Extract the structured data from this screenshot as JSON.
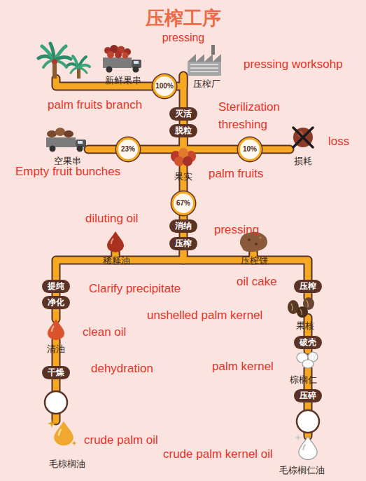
{
  "diagram": {
    "title": "压榨工序",
    "nodes": [
      {
        "text": [
          "新鲜果串"
        ]
      },
      {
        "text": [
          "100%"
        ]
      },
      {
        "text": [
          "压榨厂"
        ]
      },
      {
        "text": [
          "灭活"
        ]
      },
      {
        "text": [
          "脱粒"
        ]
      },
      {
        "text": [
          "空果串"
        ]
      },
      {
        "text": [
          "23%"
        ]
      },
      {
        "text": [
          "果实"
        ]
      },
      {
        "text": [
          "10%"
        ]
      },
      {
        "text": [
          "损耗"
        ]
      },
      {
        "text": [
          "67%"
        ]
      },
      {
        "text": [
          "消纳"
        ]
      },
      {
        "text": [
          "压榨"
        ]
      },
      {
        "text": [
          "稀释油"
        ]
      },
      {
        "text": [
          "压榨饼"
        ]
      },
      {
        "text": [
          "提纯"
        ]
      },
      {
        "text": [
          "净化"
        ]
      },
      {
        "text": [
          "清油"
        ]
      },
      {
        "text": [
          "干燥"
        ]
      },
      {
        "text": [
          "毛棕榈油"
        ]
      },
      {
        "text": [
          "压榨"
        ]
      },
      {
        "text": [
          "果核"
        ]
      },
      {
        "text": [
          "破壳"
        ]
      },
      {
        "text": [
          "棕榈仁"
        ]
      },
      {
        "text": [
          "压碎"
        ]
      },
      {
        "text": [
          "毛棕榈仁油"
        ]
      }
    ],
    "edges": [
      {
        "from": 0,
        "to": 1,
        "arrow": "none"
      },
      {
        "from": 1,
        "to": 2,
        "arrow": "none"
      },
      {
        "from": 2,
        "to": 3,
        "arrow": "none"
      },
      {
        "from": 3,
        "to": 4,
        "arrow": "none"
      },
      {
        "from": 4,
        "to": 6,
        "arrow": "none"
      },
      {
        "from": 6,
        "to": 5,
        "arrow": "none"
      },
      {
        "from": 4,
        "to": 8,
        "arrow": "none"
      },
      {
        "from": 8,
        "to": 9,
        "arrow": "none"
      },
      {
        "from": 4,
        "to": 7,
        "arrow": "none"
      },
      {
        "from": 7,
        "to": 10,
        "arrow": "none"
      },
      {
        "from": 10,
        "to": 11,
        "arrow": "none"
      },
      {
        "from": 11,
        "to": 12,
        "arrow": "none"
      },
      {
        "from": 12,
        "to": 13,
        "arrow": "none"
      },
      {
        "from": 12,
        "to": 14,
        "arrow": "none"
      },
      {
        "from": 13,
        "to": 15,
        "arrow": "none"
      },
      {
        "from": 15,
        "to": 16,
        "arrow": "none"
      },
      {
        "from": 16,
        "to": 17,
        "arrow": "none"
      },
      {
        "from": 17,
        "to": 18,
        "arrow": "none"
      },
      {
        "from": 18,
        "to": 19,
        "arrow": "none"
      },
      {
        "from": 14,
        "to": 20,
        "arrow": "none"
      },
      {
        "from": 20,
        "to": 21,
        "arrow": "none"
      },
      {
        "from": 21,
        "to": 22,
        "arrow": "none"
      },
      {
        "from": 22,
        "to": 23,
        "arrow": "none"
      },
      {
        "from": 23,
        "to": 24,
        "arrow": "none"
      },
      {
        "from": 24,
        "to": 25,
        "arrow": "none"
      }
    ],
    "labels": [
      "pressing",
      "pressing worksohp",
      "palm fruits branch",
      "Sterilization",
      "threshing",
      "loss",
      "Empty fruit bunches",
      "palm fruits",
      "diluting oil",
      "pressing",
      "Clarify precipitate",
      "oil cake",
      "unshelled palm kernel",
      "clean oil",
      "dehydration",
      "palm kernel",
      "crude palm oil",
      "crude palm kernel oil"
    ]
  }
}
